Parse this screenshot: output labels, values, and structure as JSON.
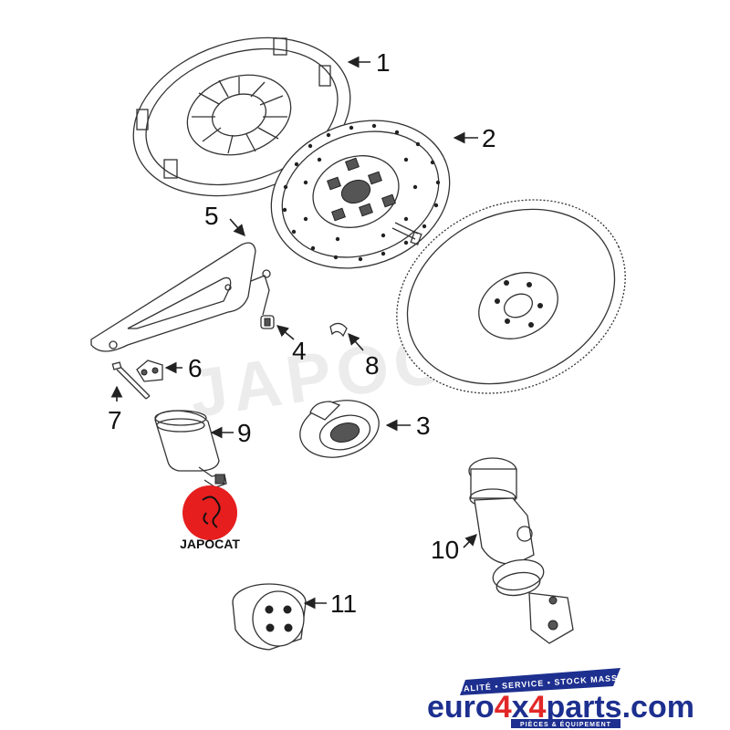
{
  "parts": [
    {
      "number": "1",
      "name": "clutch-pressure-plate"
    },
    {
      "number": "2",
      "name": "clutch-disc"
    },
    {
      "number": "3",
      "name": "release-bearing"
    },
    {
      "number": "4",
      "name": "bushing"
    },
    {
      "number": "5",
      "name": "release-fork"
    },
    {
      "number": "6",
      "name": "pivot-clip"
    },
    {
      "number": "7",
      "name": "bolt"
    },
    {
      "number": "8",
      "name": "retaining-clip"
    },
    {
      "number": "9",
      "name": "slave-cylinder"
    },
    {
      "number": "10",
      "name": "master-cylinder"
    },
    {
      "number": "11",
      "name": "damper-bushing"
    }
  ],
  "watermark": "JAPOCAT",
  "japocat_logo": "JAPOCAT",
  "euro_logo": {
    "text_a": "euro",
    "text_b": "4",
    "text_c": "x",
    "text_d": "4",
    "text_e": "parts.com",
    "tagline": "QUALITÉ • SERVICE • STOCK MASSIF",
    "subline": "PIÈCES & ÉQUIPEMENT",
    "color_primary": "#1d2f8f",
    "color_accent": "#e22727"
  }
}
